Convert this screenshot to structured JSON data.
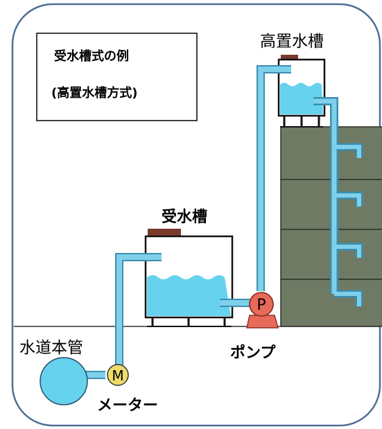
{
  "legend": {
    "line1": "受水槽式の例",
    "line2": "(高置水槽方式)"
  },
  "labels": {
    "elevated_tank": "高置水槽",
    "receiving_tank": "受水槽",
    "water_main": "水道本管",
    "pump": "ポンプ",
    "meter": "メーター"
  },
  "symbols": {
    "pump_letter": "P",
    "meter_letter": "M"
  },
  "colors": {
    "water": "#66d2ee",
    "pipe": "#7fd0ea",
    "pipe_outline": "#3b8fb0",
    "building": "#6f7a65",
    "pump": "#e86a5b",
    "meter": "#eddc6a",
    "lid": "#7a3b2e",
    "frame": "#4d6f94"
  }
}
